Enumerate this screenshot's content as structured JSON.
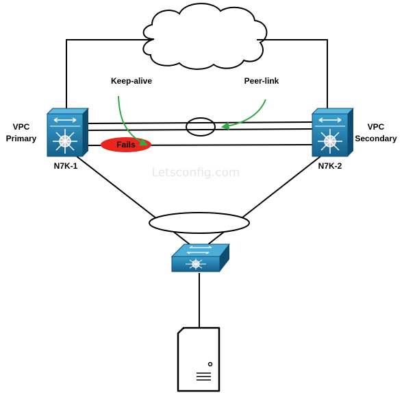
{
  "labels": {
    "keepalive": "Keep-alive",
    "peerlink": "Peer-link",
    "vpc_primary_line1": "VPC",
    "vpc_primary_line2": "Primary",
    "vpc_secondary_line1": "VPC",
    "vpc_secondary_line2": "Secondary",
    "switch_left": "N7K-1",
    "switch_right": "N7K-2",
    "fails": "Fails",
    "watermark": "Letsconfig.com"
  },
  "colors": {
    "switch_blue": "#1f78a8",
    "switch_dark": "#0f4d70",
    "arrow_green": "#33a843",
    "fails_red": "#e8261e",
    "line": "#000000"
  },
  "icons": {
    "cloud": "cloud-icon",
    "core_switch": "nexus-switch-icon",
    "access_switch": "access-switch-icon",
    "server": "server-icon"
  }
}
